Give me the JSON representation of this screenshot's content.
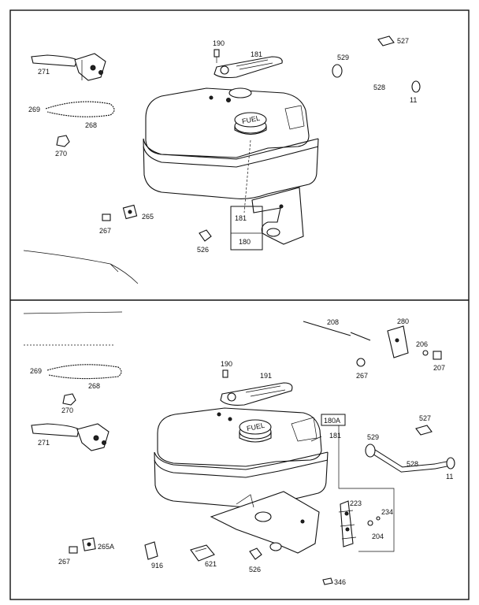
{
  "top_panel": {
    "labels": {
      "p190": "190",
      "p181": "181",
      "p527": "527",
      "p529": "529",
      "p528": "528",
      "p11": "11",
      "p271": "271",
      "p269": "269",
      "p268": "268",
      "p270": "270",
      "p265": "265",
      "p267": "267",
      "p526": "526",
      "p181b": "181",
      "p180": "180",
      "fuel": "FUEL"
    }
  },
  "bottom_panel": {
    "labels": {
      "p208": "208",
      "p280": "280",
      "p206": "206",
      "p207": "207",
      "p267a": "267",
      "p269": "269",
      "p268": "268",
      "p270": "270",
      "p190": "190",
      "p191": "191",
      "p180a": "180A",
      "p181": "181",
      "p527": "527",
      "p529": "529",
      "p528": "528",
      "p11": "11",
      "p271": "271",
      "p223": "223",
      "p234": "234",
      "p204": "204",
      "p267b": "267",
      "p265a": "265A",
      "p916": "916",
      "p621": "621",
      "p526": "526",
      "p346": "346",
      "fuel": "FUEL"
    }
  }
}
